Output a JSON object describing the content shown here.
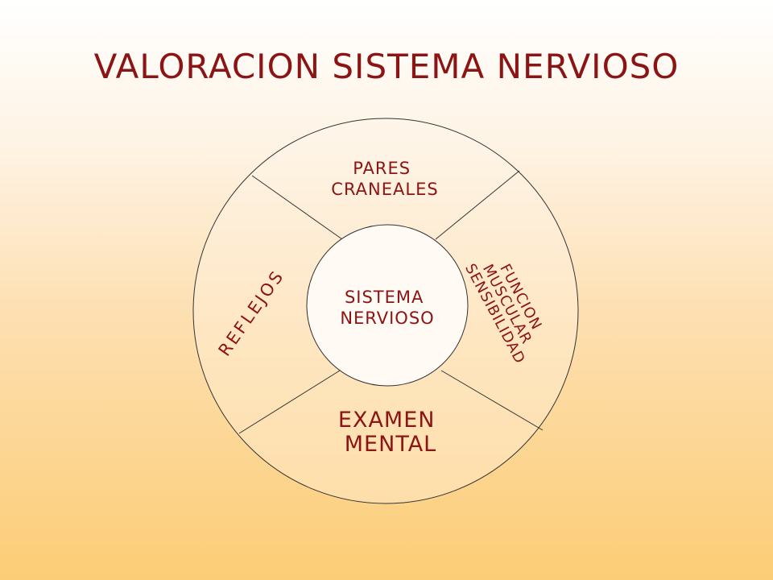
{
  "title": "VALORACION SISTEMA NERVIOSO",
  "center": {
    "line1": "SISTEMA",
    "line2": "NERVIOSO"
  },
  "segments": {
    "top": {
      "line1": "PARES",
      "line2": "CRANEALES"
    },
    "left": {
      "line1": "REFLEJOS"
    },
    "right": {
      "line1": "FUNCION",
      "line2": "MUSCULAR",
      "line3": "SENSIBILIDAD"
    },
    "bottom": {
      "line1": "EXAMEN",
      "line2": "MENTAL"
    }
  },
  "colors": {
    "text": "#8b1414",
    "lines": "#333333",
    "fill": "#fff7ec"
  }
}
